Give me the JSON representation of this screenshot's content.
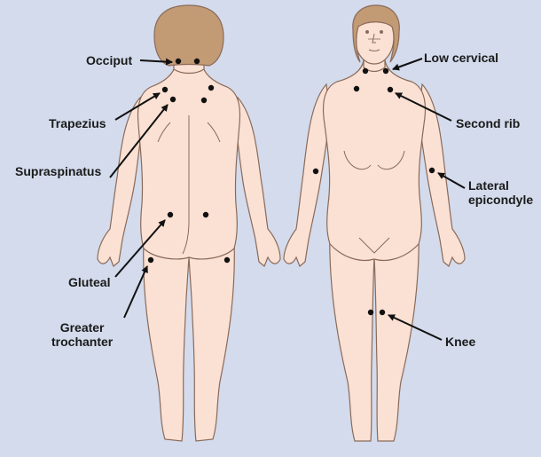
{
  "colors": {
    "background": "#d3dbec",
    "skin": "#fbe1d3",
    "outline": "#8a6a5a",
    "hair": "#c29a74",
    "point": "#111111",
    "arrow": "#111111"
  },
  "labels": {
    "occiput": "Occiput",
    "trapezius": "Trapezius",
    "supraspinatus": "Supraspinatus",
    "gluteal": "Gluteal",
    "greater_trochanter": "Greater\ntrochanter",
    "low_cervical": "Low cervical",
    "second_rib": "Second rib",
    "lateral_epicondyle": "Lateral\nepicondyle",
    "knee": "Knee"
  }
}
